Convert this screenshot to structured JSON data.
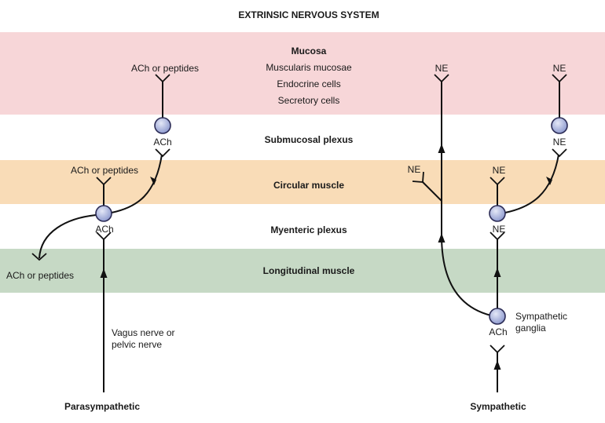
{
  "title": "EXTRINSIC NERVOUS SYSTEM",
  "layers": {
    "mucosa": {
      "title": "Mucosa",
      "items": [
        "Muscularis mucosae",
        "Endocrine cells",
        "Secretory cells"
      ],
      "color": "#f7d6d8"
    },
    "submucosal": {
      "title": "Submucosal plexus",
      "color": "#ffffff"
    },
    "circular": {
      "title": "Circular muscle",
      "color": "#f9dcb7"
    },
    "myenteric": {
      "title": "Myenteric plexus",
      "color": "#ffffff"
    },
    "longitudinal": {
      "title": "Longitudinal muscle",
      "color": "#c6d9c5"
    }
  },
  "parasympathetic": {
    "label": "Parasympathetic",
    "nerve_label": [
      "Vagus nerve or",
      "pelvic nerve"
    ],
    "term_mucosa": "ACh or peptides",
    "submucosal_neuron": "ACh",
    "term_circular": "ACh or peptides",
    "myenteric_neuron": "ACh",
    "term_longitudinal": "ACh or peptides"
  },
  "sympathetic": {
    "label": "Sympathetic",
    "ganglia_label": [
      "Sympathetic",
      "ganglia"
    ],
    "ganglion_input": "ACh",
    "term_mucosa_direct": "NE",
    "term_circular_direct": "NE",
    "term_mucosa_via_submucosal": "NE",
    "submucosal_neuron": "NE",
    "term_circular_via_myenteric": "NE",
    "myenteric_neuron": "NE"
  },
  "colors": {
    "neuron_fill": "#a9b3dc",
    "neuron_stroke": "#2b2b55",
    "line": "#111111"
  }
}
